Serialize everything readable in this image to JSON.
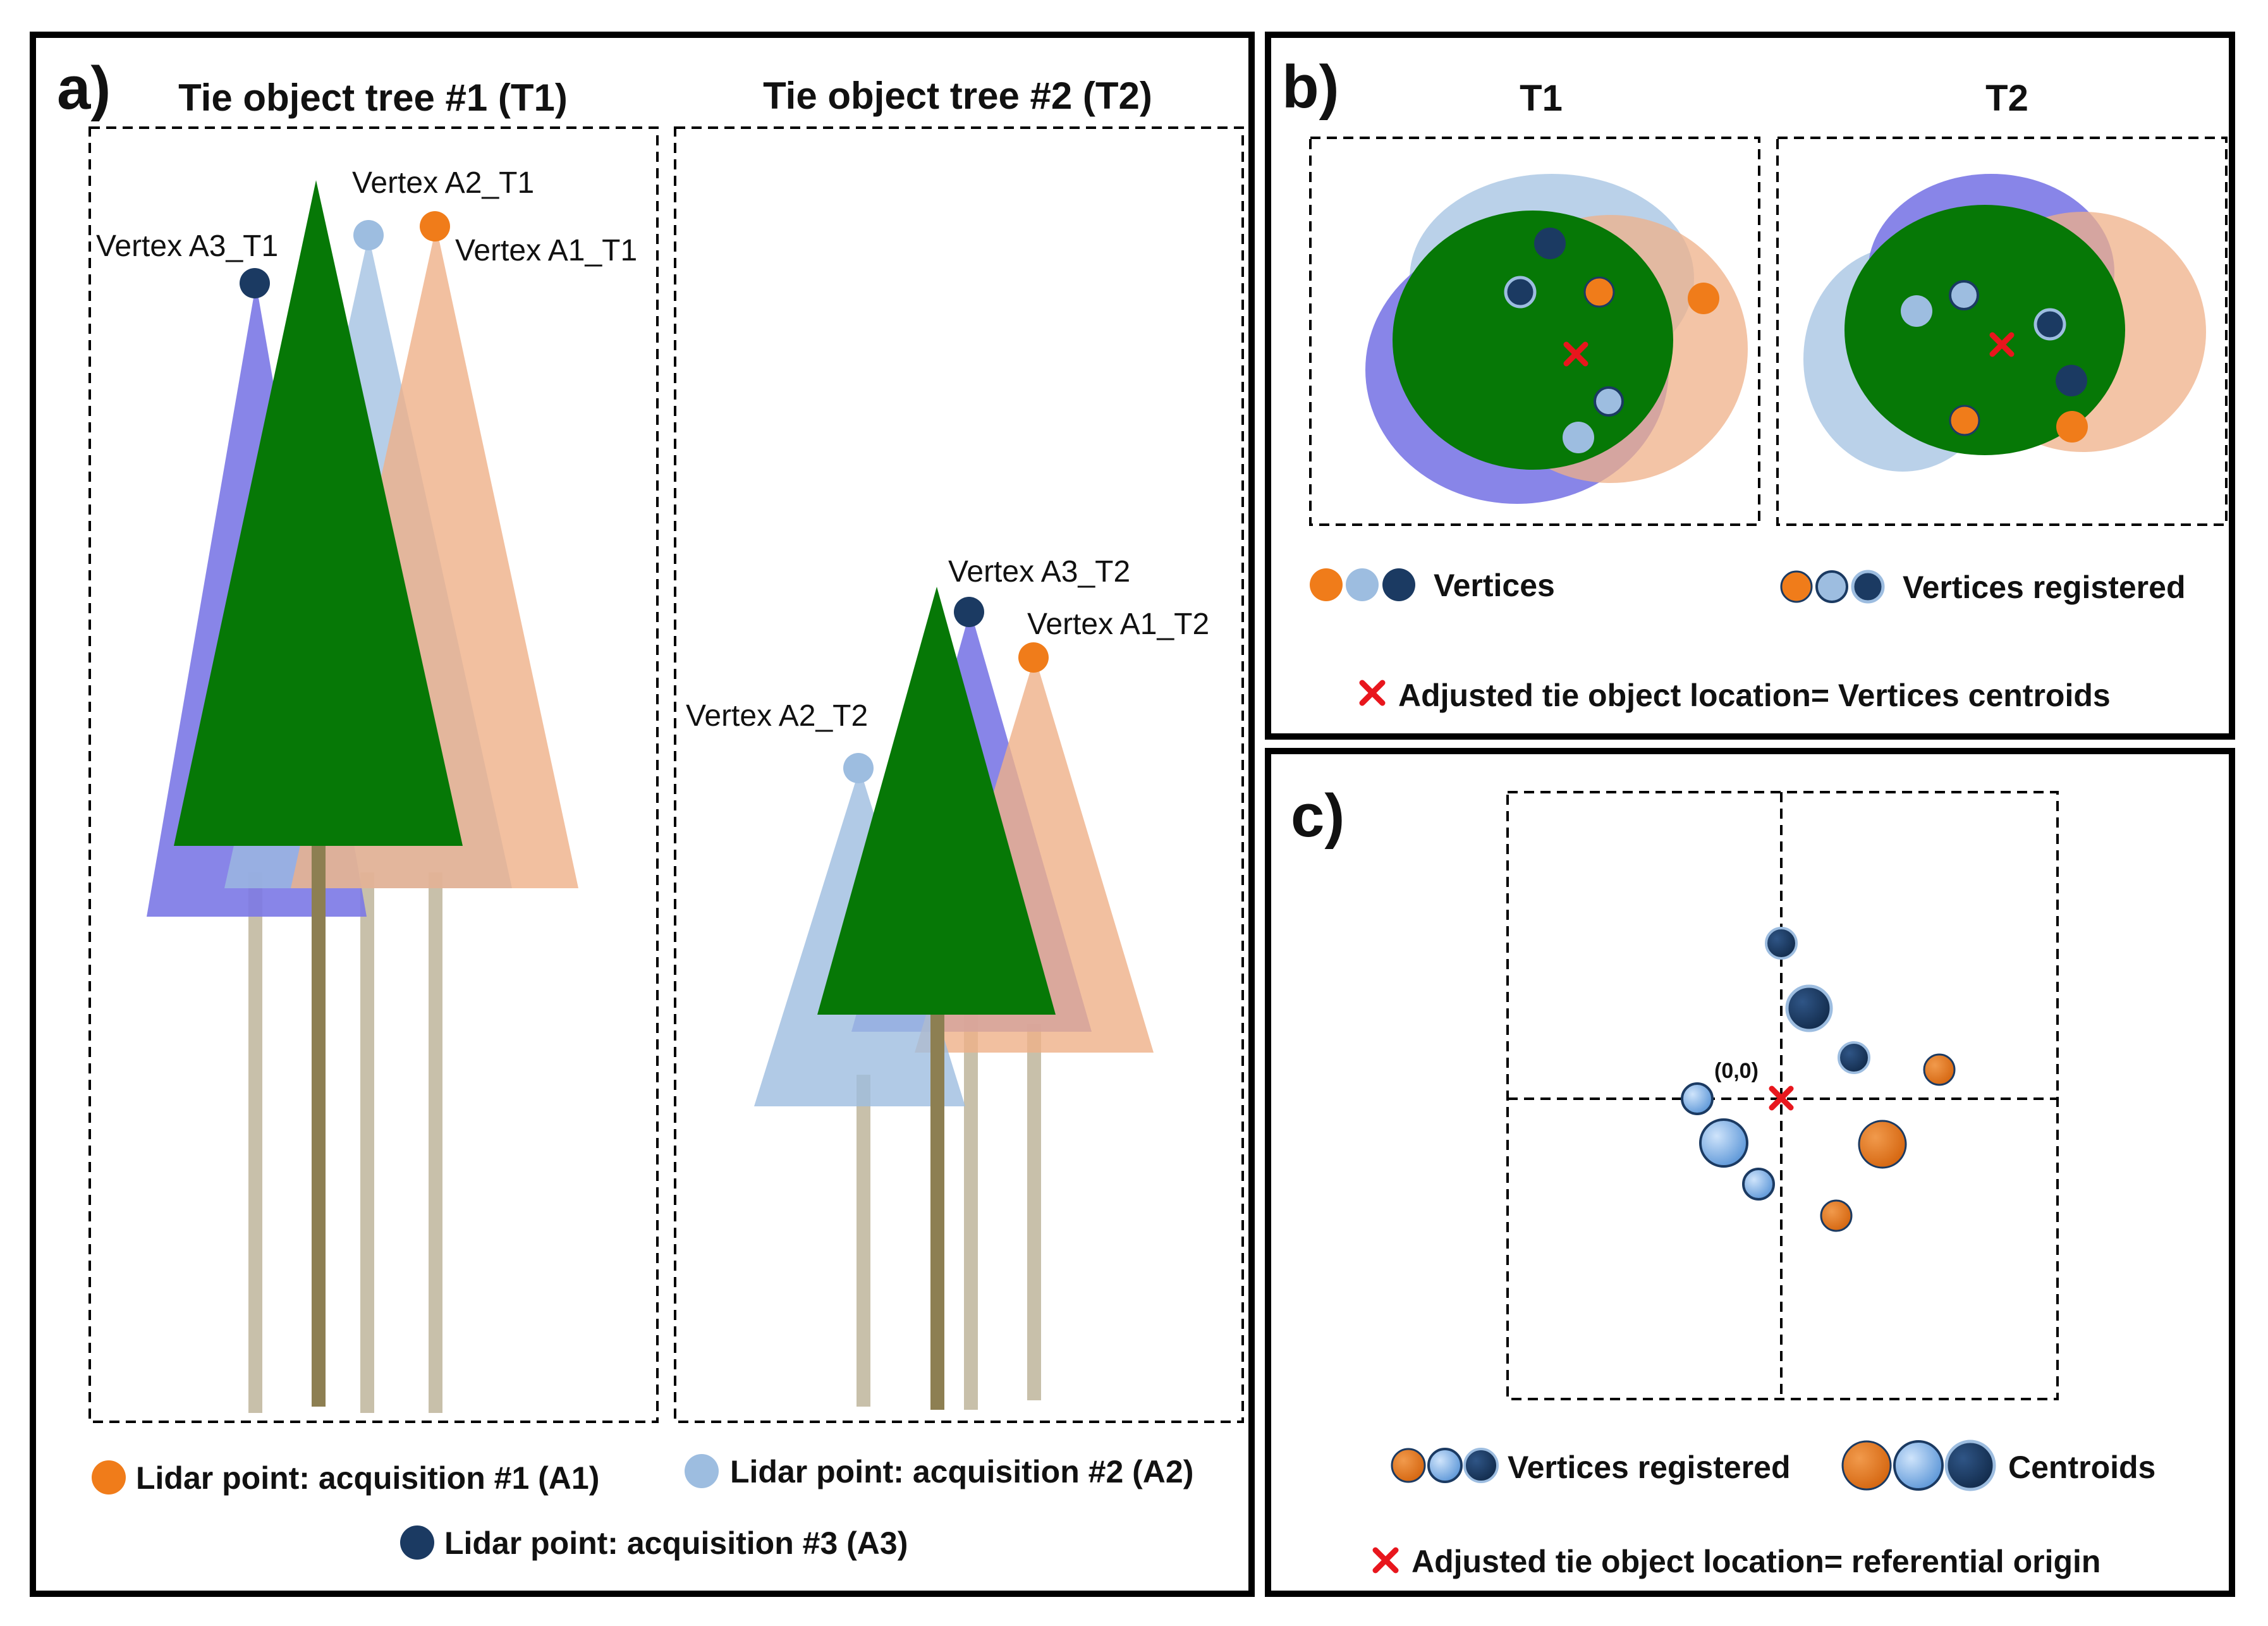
{
  "panel_a": {
    "label": "a)",
    "tree1_title": "Tie object tree #1 (T1)",
    "tree2_title": "Tie object tree #2 (T2)",
    "t1_vertex_a3": "Vertex A3_T1",
    "t1_vertex_a2": "Vertex A2_T1",
    "t1_vertex_a1": "Vertex A1_T1",
    "t2_vertex_a3": "Vertex A3_T2",
    "t2_vertex_a1": "Vertex A1_T2",
    "t2_vertex_a2": "Vertex A2_T2",
    "legend_a1": "Lidar point: acquisition #1 (A1)",
    "legend_a2": "Lidar point: acquisition #2 (A2)",
    "legend_a3": "Lidar point: acquisition #3 (A3)"
  },
  "panel_b": {
    "label": "b)",
    "t1_title": "T1",
    "t2_title": "T2",
    "legend_vertices": "Vertices",
    "legend_registered": "Vertices registered",
    "legend_adjusted": "Adjusted tie object location= Vertices centroids"
  },
  "panel_c": {
    "label": "c)",
    "origin_label": "(0,0)",
    "legend_registered": "Vertices registered",
    "legend_centroids": "Centroids",
    "legend_adjusted": "Adjusted tie object location= referential origin"
  },
  "colors": {
    "a1_orange": "#f07c1a",
    "a2_lightblue": "#9dbde0",
    "a3_navy": "#1b3a62",
    "tree_green": "#067806",
    "purple_crown": "#7b78e6",
    "peach_crown": "#efb088",
    "marker_red": "#e8161d"
  }
}
